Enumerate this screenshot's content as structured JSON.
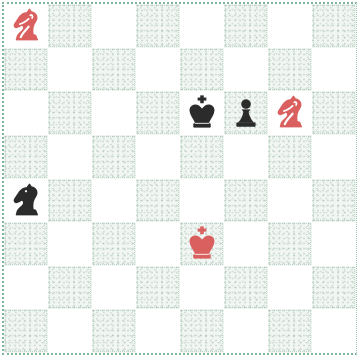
{
  "board": {
    "files": 8,
    "ranks": 8,
    "light_color": "#ffffff",
    "dark_color": "#f2f6f3",
    "pieces": [
      {
        "row": 0,
        "col": 0,
        "type": "knight",
        "color": "red",
        "name": "red-knight"
      },
      {
        "row": 2,
        "col": 4,
        "type": "king",
        "color": "black",
        "name": "black-king"
      },
      {
        "row": 2,
        "col": 5,
        "type": "pawn",
        "color": "black",
        "name": "black-pawn"
      },
      {
        "row": 2,
        "col": 6,
        "type": "knight",
        "color": "red",
        "name": "red-knight"
      },
      {
        "row": 4,
        "col": 0,
        "type": "knight",
        "color": "black",
        "name": "black-knight"
      },
      {
        "row": 5,
        "col": 4,
        "type": "king",
        "color": "red",
        "name": "red-king"
      }
    ]
  },
  "colors": {
    "red": "#d9605e",
    "black": "#2b2b2b"
  }
}
